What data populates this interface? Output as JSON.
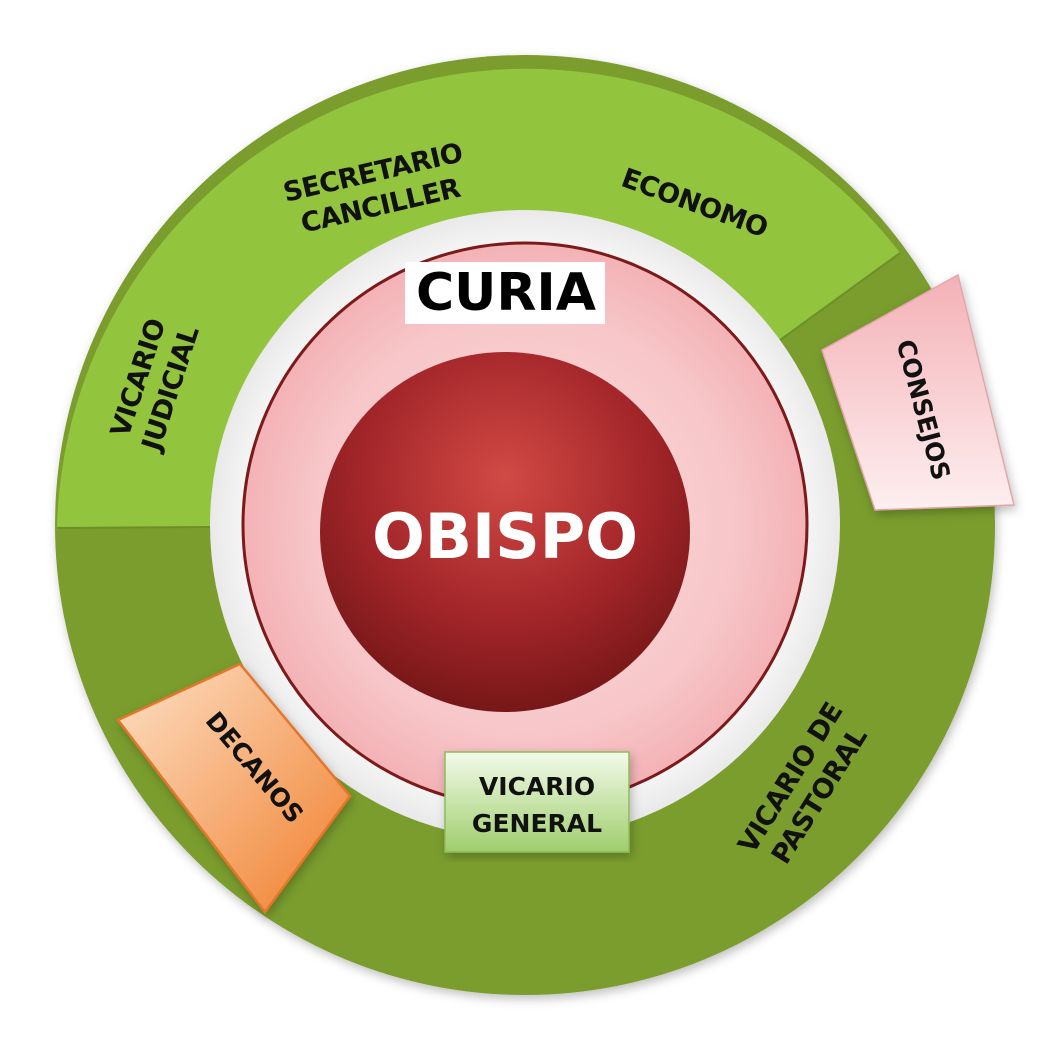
{
  "diagram": {
    "center": {
      "label": "OBISPO"
    },
    "ring_title": "CURIA",
    "segments": [
      {
        "id": "secretario-canciller",
        "lines": [
          "SECRETARIO",
          "CANCILLER"
        ]
      },
      {
        "id": "economo",
        "lines": [
          "ECONOMO"
        ]
      },
      {
        "id": "vicario-judicial",
        "lines": [
          "VICARIO",
          "JUDICIAL"
        ]
      },
      {
        "id": "vicario-pastoral",
        "lines": [
          "VICARIO DE",
          "PASTORAL"
        ]
      }
    ],
    "tabs": {
      "consejos": {
        "label": "CONSEJOS"
      },
      "decanos": {
        "label": "DECANOS"
      }
    },
    "general_box": {
      "lines": [
        "VICARIO",
        "GENERAL"
      ]
    },
    "colors": {
      "green_light": "#8fc23a",
      "green_dark": "#779a2e",
      "center_red": "#b8302f",
      "center_dark": "#7a1515",
      "pink_ring": "#f7c9cb",
      "ring_outline": "#7c1a1a",
      "decanos_orange": "#f08a3c",
      "consejos_pink": "#f6c3c6",
      "general_green": "#cfe6b0"
    }
  }
}
